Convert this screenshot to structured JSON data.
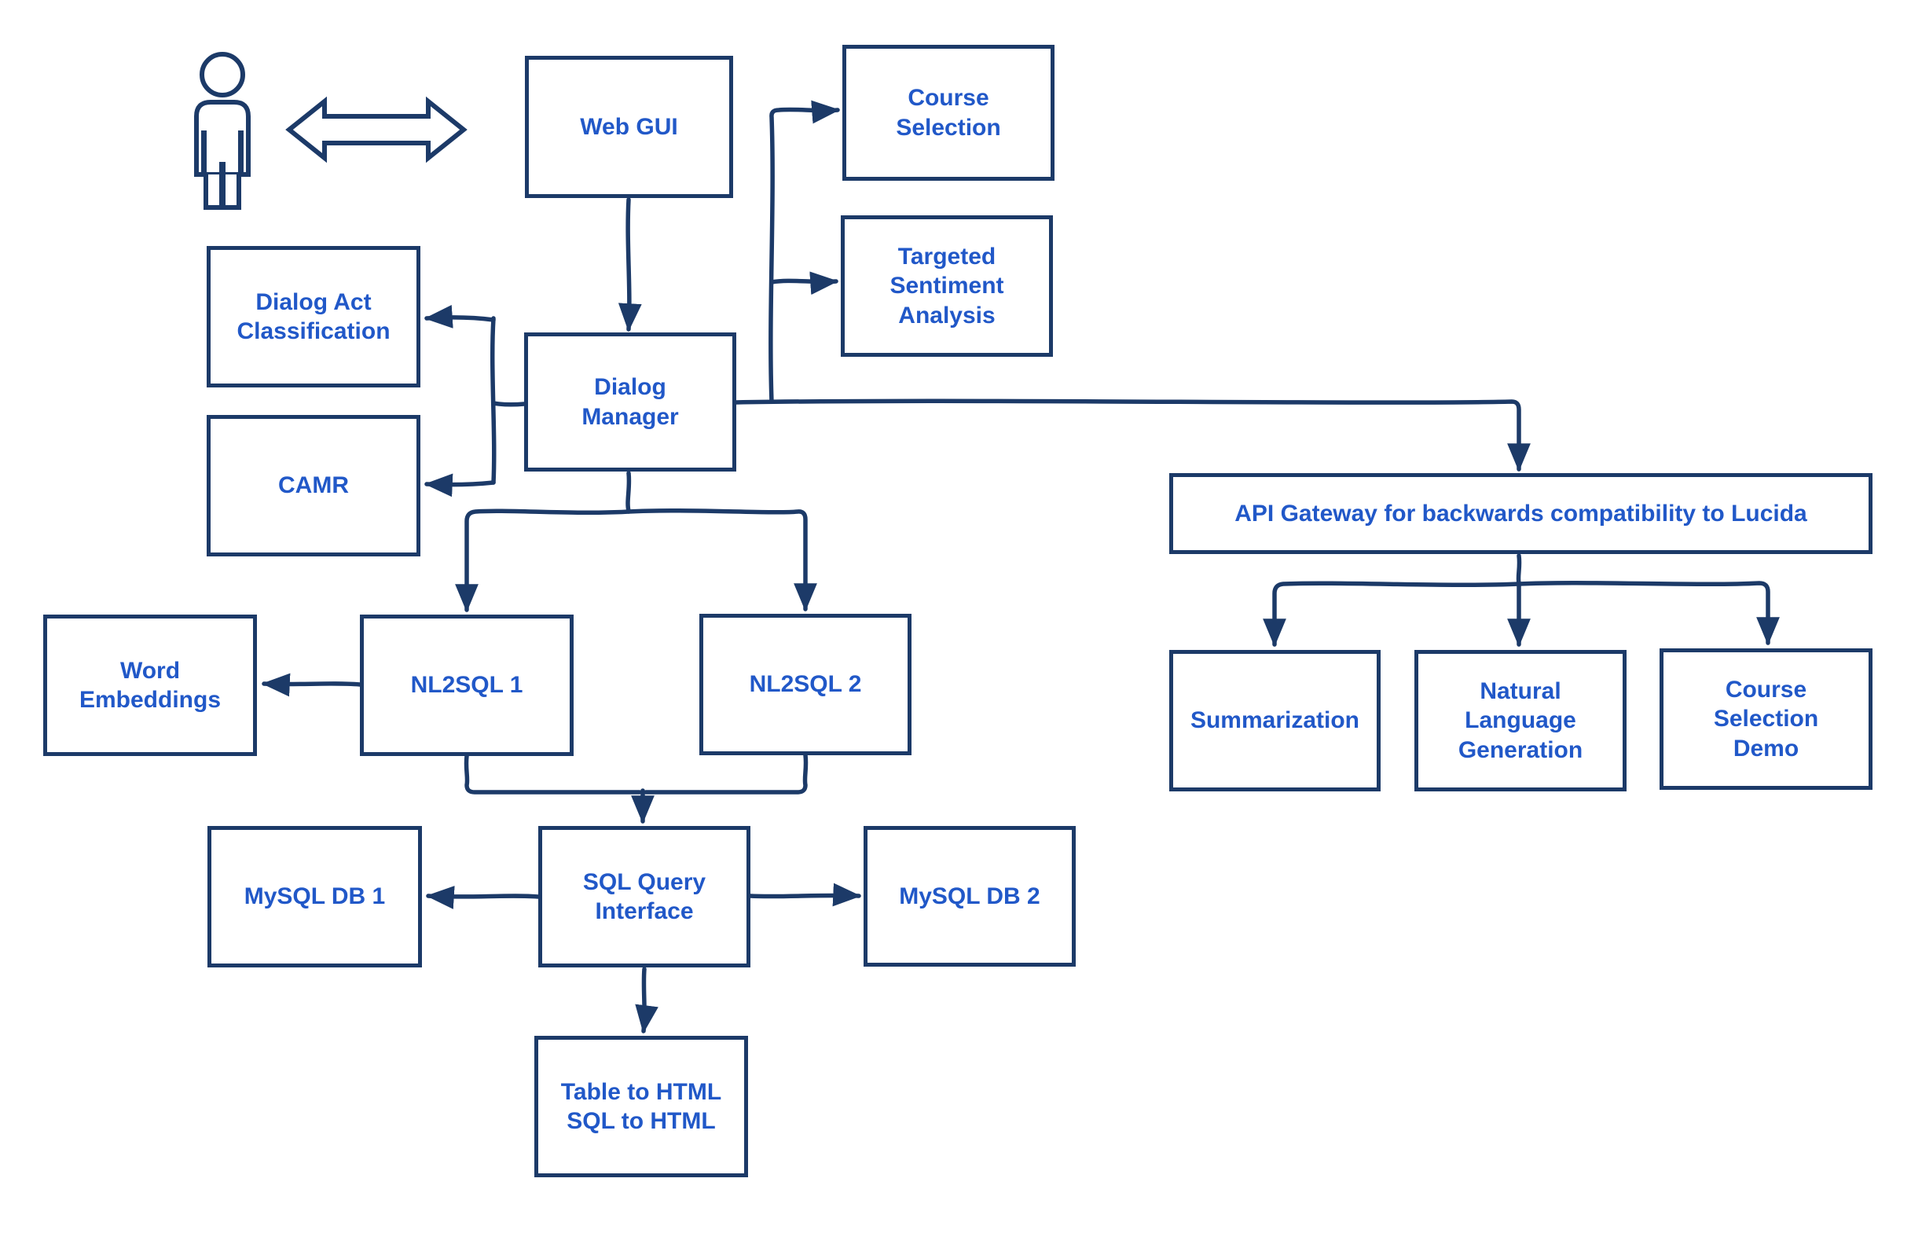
{
  "diagram": {
    "colors": {
      "border": "#1c3a68",
      "text": "#2158c8",
      "background": "#ffffff"
    },
    "icons": {
      "user": "user-icon",
      "user_link": "bidirectional-arrow-icon"
    },
    "nodes": {
      "web_gui": {
        "label": "Web GUI"
      },
      "course_selection": {
        "label": "Course Selection"
      },
      "targeted_sentiment": {
        "label": "Targeted Sentiment Analysis"
      },
      "dialog_act": {
        "label": "Dialog Act Classification"
      },
      "dialog_manager": {
        "label": "Dialog Manager"
      },
      "camr": {
        "label": "CAMR"
      },
      "api_gateway": {
        "label": "API Gateway for backwards compatibility to Lucida"
      },
      "word_embeddings": {
        "label": "Word Embeddings"
      },
      "nl2sql_1": {
        "label": "NL2SQL 1"
      },
      "nl2sql_2": {
        "label": "NL2SQL 2"
      },
      "summarization": {
        "label": "Summarization"
      },
      "nlg": {
        "label": "Natural Language Generation"
      },
      "course_selection_demo": {
        "label": "Course Selection Demo"
      },
      "mysql_db_1": {
        "label": "MySQL DB 1"
      },
      "sql_query_interface": {
        "label": "SQL Query Interface"
      },
      "mysql_db_2": {
        "label": "MySQL DB 2"
      },
      "table_to_html": {
        "label": "Table to HTML\nSQL to HTML"
      }
    }
  }
}
